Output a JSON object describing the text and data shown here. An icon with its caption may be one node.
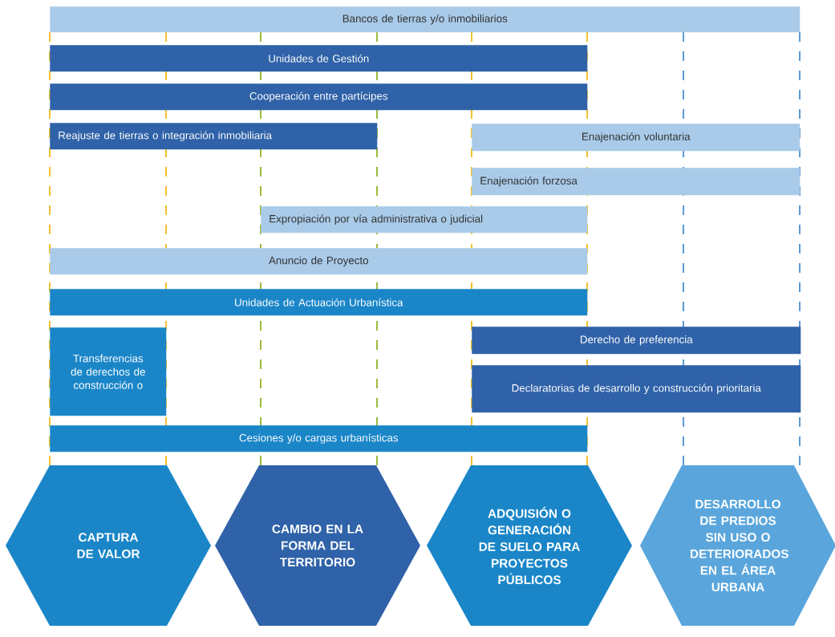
{
  "diagram": {
    "nodes": [
      {
        "text": [
          "Bancos de tierras y/o inmobiliarios"
        ]
      },
      {
        "text": [
          "Unidades de Gestión"
        ]
      },
      {
        "text": [
          "Cooperación entre partícipes"
        ]
      },
      {
        "text": [
          "Reajuste de tierras o integración inmobiliaria"
        ]
      },
      {
        "text": [
          "Enajenación voluntaria"
        ]
      },
      {
        "text": [
          "Enajenación forzosa"
        ]
      },
      {
        "text": [
          "Expropiación por vía administrativa o judicial"
        ]
      },
      {
        "text": [
          "Anuncio de Proyecto"
        ]
      },
      {
        "text": [
          "Unidades de Actuación Urbanística"
        ]
      },
      {
        "text": [
          "Transferencias de derechos de construcción o"
        ]
      },
      {
        "text": [
          "Derecho de preferencia"
        ]
      },
      {
        "text": [
          "Declaratorias de desarrollo y construcción prioritaria"
        ]
      },
      {
        "text": [
          "Cesiones y/o cargas urbanísticas"
        ]
      },
      {
        "text": [
          "CAPTURA DE VALOR"
        ]
      },
      {
        "text": [
          "CAMBIO EN LA FORMA DEL TERRITORIO"
        ]
      },
      {
        "text": [
          "ADQUISIÓN O GENERACIÓN DE SUELO PARA PROYECTOS PÚBLICOS"
        ]
      },
      {
        "text": [
          "DESARROLLO DE PREDIOS SIN USO O DETERIORADOS EN EL ÁREA URBANA"
        ]
      }
    ]
  }
}
